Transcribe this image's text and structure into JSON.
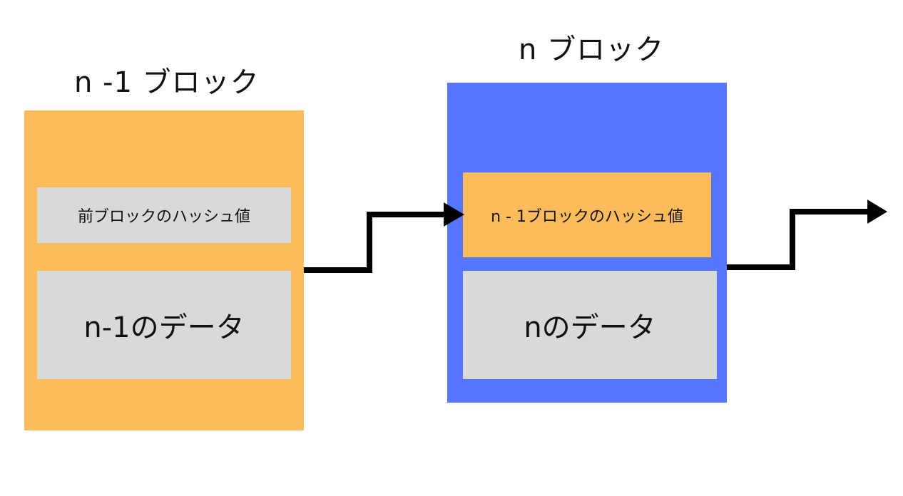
{
  "diagram": {
    "colors": {
      "prev_block": "#fdbc5b",
      "current_block": "#5577ff",
      "cell_gray": "#d9d9d9",
      "arrow": "#000000"
    },
    "prev_block": {
      "title": "n -1 ブロック",
      "hash_label": "前ブロックのハッシュ値",
      "data_label": "n-1のデータ"
    },
    "current_block": {
      "title": "n ブロック",
      "hash_label": "n - 1ブロックのハッシュ値",
      "data_label": "nのデータ"
    }
  }
}
